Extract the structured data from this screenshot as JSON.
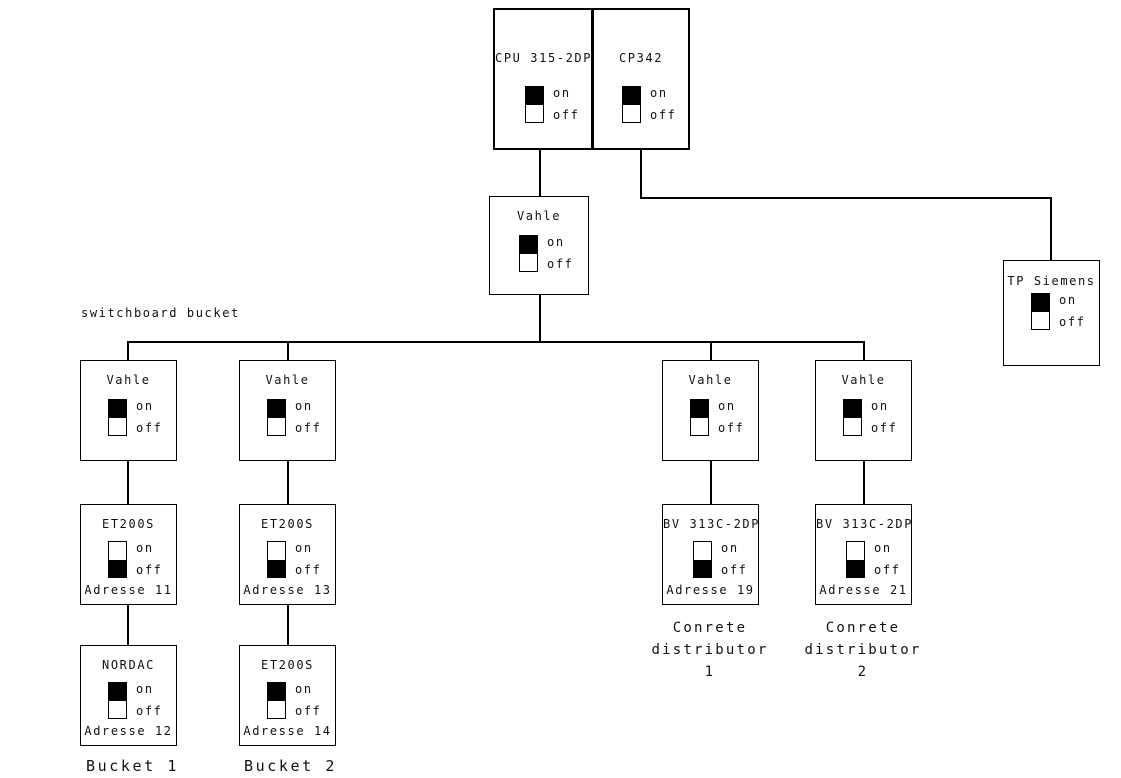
{
  "diagram": {
    "free_labels": {
      "switchboard": "switchboard bucket",
      "bucket1": "Bucket 1",
      "bucket2": "Bucket 2",
      "distributor1_line1": "Conrete",
      "distributor1_line2": "distributor",
      "distributor1_line3": "1",
      "distributor2_line1": "Conrete",
      "distributor2_line2": "distributor",
      "distributor2_line3": "2"
    },
    "switch_states": {
      "on_label": "on",
      "off_label": "off"
    },
    "nodes": [
      {
        "id": "cpu",
        "title": "CPU 315-2DP",
        "state": "on",
        "address": ""
      },
      {
        "id": "cp342",
        "title": "CP342",
        "state": "on",
        "address": ""
      },
      {
        "id": "vahle-main",
        "title": "Vahle",
        "state": "on",
        "address": ""
      },
      {
        "id": "tp-siemens",
        "title": "TP Siemens",
        "state": "on",
        "address": ""
      },
      {
        "id": "vahle-1",
        "title": "Vahle",
        "state": "on",
        "address": ""
      },
      {
        "id": "vahle-2",
        "title": "Vahle",
        "state": "on",
        "address": ""
      },
      {
        "id": "vahle-3",
        "title": "Vahle",
        "state": "on",
        "address": ""
      },
      {
        "id": "vahle-4",
        "title": "Vahle",
        "state": "on",
        "address": ""
      },
      {
        "id": "et200s-11",
        "title": "ET200S",
        "state": "off",
        "address": "Adresse 11"
      },
      {
        "id": "et200s-13",
        "title": "ET200S",
        "state": "off",
        "address": "Adresse 13"
      },
      {
        "id": "bv-19",
        "title": "BV 313C-2DP",
        "state": "off",
        "address": "Adresse 19"
      },
      {
        "id": "bv-21",
        "title": "BV 313C-2DP",
        "state": "off",
        "address": "Adresse 21"
      },
      {
        "id": "nordac-12",
        "title": "NORDAC",
        "state": "on",
        "address": "Adresse 12"
      },
      {
        "id": "et200s-14",
        "title": "ET200S",
        "state": "on",
        "address": "Adresse 14"
      }
    ],
    "colors": {
      "line": "#000000",
      "fill_on": "#000000",
      "background": "#ffffff"
    }
  }
}
